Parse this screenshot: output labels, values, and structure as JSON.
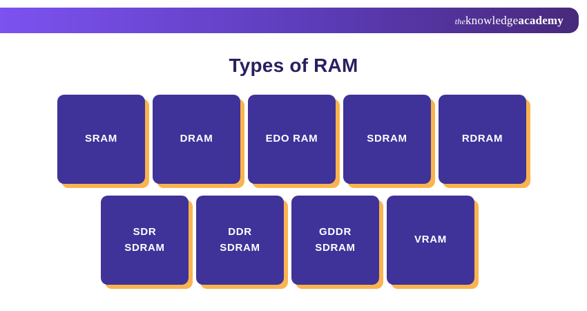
{
  "header": {
    "logo_the": "the",
    "logo_knowledge": "knowledge",
    "logo_academy": "academy"
  },
  "title": "Types of RAM",
  "colors": {
    "header_gradient_left": "#7c52f0",
    "header_gradient_right": "#48297b",
    "card_background": "#3f3299",
    "card_shadow": "#f9b450",
    "title_text": "#282060",
    "card_text": "#ffffff"
  },
  "rows": [
    {
      "cards": [
        {
          "label": "SRAM"
        },
        {
          "label": "DRAM"
        },
        {
          "label": "EDO RAM"
        },
        {
          "label": "SDRAM"
        },
        {
          "label": "RDRAM"
        }
      ]
    },
    {
      "cards": [
        {
          "label": "SDR\nSDRAM"
        },
        {
          "label": "DDR\nSDRAM"
        },
        {
          "label": "GDDR\nSDRAM"
        },
        {
          "label": "VRAM"
        }
      ]
    }
  ]
}
